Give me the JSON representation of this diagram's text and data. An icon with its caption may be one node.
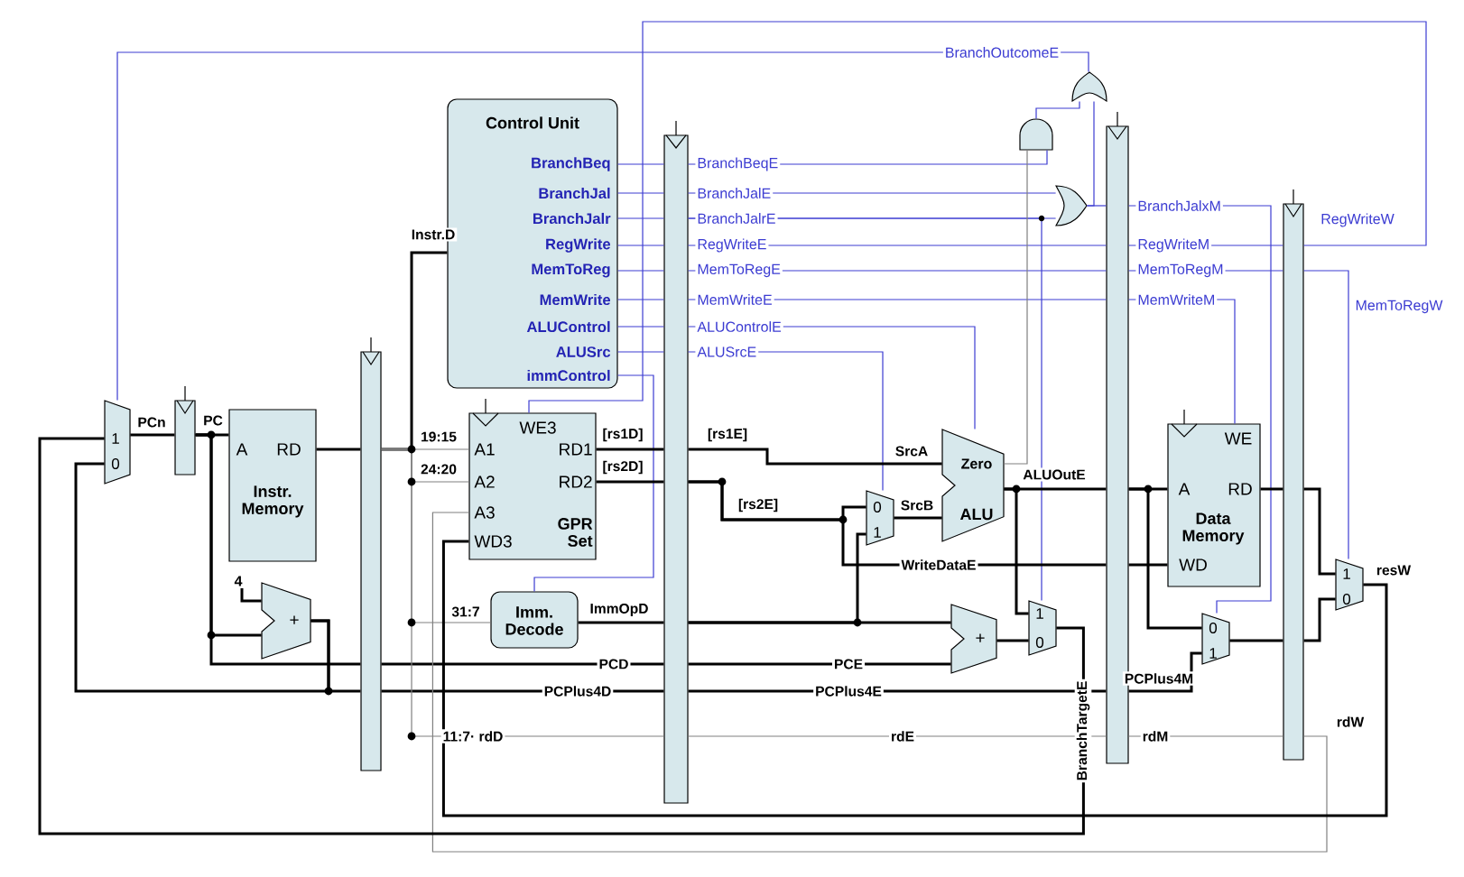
{
  "diagram": {
    "nodes": [
      {
        "text": [
          "1",
          "0"
        ]
      },
      {
        "text": [],
        "shape": "bar"
      },
      {
        "text": [
          "A",
          "RD",
          "Instr. Memory"
        ]
      },
      {
        "text": [
          "4"
        ]
      },
      {
        "text": [
          "+"
        ]
      },
      {
        "text": [],
        "shape": "bar"
      },
      {
        "text": [
          "Control Unit",
          "BranchBeq",
          "BranchJal",
          "BranchJalr",
          "RegWrite",
          "MemToReg",
          "MemWrite",
          "ALUControl",
          "ALUSrc",
          "immControl"
        ]
      },
      {
        "text": [
          "WE3",
          "A1",
          "RD1",
          "A2",
          "RD2",
          "A3",
          "WD3",
          "GPR Set"
        ]
      },
      {
        "text": [
          "Imm. Decode"
        ]
      },
      {
        "text": [],
        "shape": "bar"
      },
      {
        "text": [
          "0",
          "1"
        ]
      },
      {
        "text": [
          "Zero",
          "ALU"
        ]
      },
      {
        "text": [
          "+"
        ]
      },
      {
        "text": [
          "1",
          "0"
        ]
      },
      {
        "text": [],
        "shape": "gate"
      },
      {
        "text": [],
        "shape": "gate"
      },
      {
        "text": [],
        "shape": "gate"
      },
      {
        "text": [],
        "shape": "bar"
      },
      {
        "text": [
          "WE",
          "A",
          "RD",
          "Data Memory",
          "WD"
        ]
      },
      {
        "text": [
          "0",
          "1"
        ]
      },
      {
        "text": [],
        "shape": "bar"
      },
      {
        "text": [
          "1",
          "0"
        ]
      }
    ],
    "edges": [
      {
        "from": 0,
        "to": 1,
        "arrow": "none",
        "label": "PCn"
      },
      {
        "from": 1,
        "to": 2,
        "arrow": "none",
        "label": "PC"
      },
      {
        "from": 1,
        "to": 4,
        "arrow": "none"
      },
      {
        "from": 1,
        "to": 5,
        "arrow": "none"
      },
      {
        "from": 5,
        "to": 9,
        "arrow": "none",
        "label": "PCD"
      },
      {
        "from": 9,
        "to": 12,
        "arrow": "none",
        "label": "PCE"
      },
      {
        "from": 3,
        "to": 4,
        "arrow": "none"
      },
      {
        "from": 4,
        "to": 5,
        "arrow": "none"
      },
      {
        "from": 4,
        "to": 0,
        "arrow": "none"
      },
      {
        "from": 5,
        "to": 9,
        "arrow": "none",
        "label": "PCPlus4D"
      },
      {
        "from": 9,
        "to": 17,
        "arrow": "none",
        "label": "PCPlus4E"
      },
      {
        "from": 17,
        "to": 19,
        "arrow": "none",
        "label": "PCPlus4M"
      },
      {
        "from": 2,
        "to": 5,
        "arrow": "none"
      },
      {
        "from": 5,
        "to": 6,
        "arrow": "none",
        "label": "Instr.D"
      },
      {
        "from": 5,
        "to": 7,
        "arrow": "none",
        "label": "19:15",
        "color": "#808080"
      },
      {
        "from": 5,
        "to": 7,
        "arrow": "none",
        "label": "24:20",
        "color": "#808080"
      },
      {
        "from": 5,
        "to": 8,
        "arrow": "none",
        "label": "31:7",
        "color": "#808080"
      },
      {
        "from": 5,
        "to": 9,
        "arrow": "none",
        "label": "11:7· rdD",
        "color": "#808080"
      },
      {
        "from": 9,
        "to": 17,
        "arrow": "none",
        "label": "rdE",
        "color": "#808080"
      },
      {
        "from": 17,
        "to": 20,
        "arrow": "none",
        "label": "rdM",
        "color": "#808080"
      },
      {
        "from": 20,
        "to": 7,
        "arrow": "none",
        "label": "rdW",
        "color": "#808080"
      },
      {
        "from": 6,
        "to": 9,
        "arrow": "none",
        "color": "#3c3cd2"
      },
      {
        "from": 6,
        "to": 9,
        "arrow": "none",
        "color": "#3c3cd2"
      },
      {
        "from": 6,
        "to": 9,
        "arrow": "none",
        "color": "#3c3cd2"
      },
      {
        "from": 6,
        "to": 9,
        "arrow": "none",
        "color": "#3c3cd2"
      },
      {
        "from": 6,
        "to": 9,
        "arrow": "none",
        "color": "#3c3cd2"
      },
      {
        "from": 6,
        "to": 9,
        "arrow": "none",
        "color": "#3c3cd2"
      },
      {
        "from": 6,
        "to": 9,
        "arrow": "none",
        "color": "#3c3cd2"
      },
      {
        "from": 6,
        "to": 9,
        "arrow": "none",
        "color": "#3c3cd2"
      },
      {
        "from": 6,
        "to": 8,
        "arrow": "none",
        "color": "#3c3cd2"
      },
      {
        "from": 9,
        "to": 14,
        "arrow": "none",
        "label": "BranchBeqE",
        "color": "#3c3cd2"
      },
      {
        "from": 9,
        "to": 16,
        "arrow": "none",
        "label": "BranchJalE",
        "color": "#3c3cd2"
      },
      {
        "from": 9,
        "to": 16,
        "arrow": "none",
        "label": "BranchJalrE",
        "color": "#3c3cd2"
      },
      {
        "from": 9,
        "to": 13,
        "arrow": "none",
        "color": "#3c3cd2"
      },
      {
        "from": 9,
        "to": 17,
        "arrow": "none",
        "label": "RegWriteE",
        "color": "#3c3cd2"
      },
      {
        "from": 9,
        "to": 17,
        "arrow": "none",
        "label": "MemToRegE",
        "color": "#3c3cd2"
      },
      {
        "from": 9,
        "to": 17,
        "arrow": "none",
        "label": "MemWriteE",
        "color": "#3c3cd2"
      },
      {
        "from": 9,
        "to": 11,
        "arrow": "none",
        "label": "ALUControlE",
        "color": "#3c3cd2"
      },
      {
        "from": 9,
        "to": 10,
        "arrow": "none",
        "label": "ALUSrcE",
        "color": "#3c3cd2"
      },
      {
        "from": 16,
        "to": 15,
        "arrow": "none",
        "color": "#3c3cd2"
      },
      {
        "from": 16,
        "to": 17,
        "arrow": "none",
        "color": "#3c3cd2"
      },
      {
        "from": 17,
        "to": 19,
        "arrow": "none",
        "label": "BranchJalxM",
        "color": "#3c3cd2"
      },
      {
        "from": 14,
        "to": 15,
        "arrow": "none",
        "color": "#3c3cd2"
      },
      {
        "from": 15,
        "to": 0,
        "arrow": "none",
        "label": "BranchOutcomeE",
        "color": "#3c3cd2"
      },
      {
        "from": 7,
        "to": 9,
        "arrow": "none",
        "label": "[rs1D]"
      },
      {
        "from": 9,
        "to": 11,
        "arrow": "none",
        "label": "[rs1E]"
      },
      {
        "from": 7,
        "to": 9,
        "arrow": "none",
        "label": "[rs2D]"
      },
      {
        "from": 9,
        "to": 10,
        "arrow": "none",
        "label": "[rs2E]"
      },
      {
        "from": 9,
        "to": 17,
        "arrow": "none",
        "label": "WriteDataE"
      },
      {
        "from": 8,
        "to": 9,
        "arrow": "none",
        "label": "ImmOpD"
      },
      {
        "from": 9,
        "to": 10,
        "arrow": "none"
      },
      {
        "from": 9,
        "to": 12,
        "arrow": "none"
      },
      {
        "from": 10,
        "to": 11,
        "arrow": "none",
        "label": "SrcB"
      },
      {
        "from": 11,
        "to": 14,
        "arrow": "none",
        "color": "#808080"
      },
      {
        "from": 11,
        "to": 17,
        "arrow": "none",
        "label": "ALUOutE"
      },
      {
        "from": 11,
        "to": 13,
        "arrow": "none"
      },
      {
        "from": 12,
        "to": 13,
        "arrow": "none"
      },
      {
        "from": 13,
        "to": 0,
        "arrow": "none",
        "label": "BranchTargetE"
      },
      {
        "from": 17,
        "to": 18,
        "arrow": "none"
      },
      {
        "from": 17,
        "to": 19,
        "arrow": "none"
      },
      {
        "from": 18,
        "to": 20,
        "arrow": "none"
      },
      {
        "from": 19,
        "to": 20,
        "arrow": "none"
      },
      {
        "from": 20,
        "to": 21,
        "arrow": "none"
      },
      {
        "from": 20,
        "to": 21,
        "arrow": "none"
      },
      {
        "from": 21,
        "to": 7,
        "arrow": "none",
        "label": "resW"
      },
      {
        "from": 17,
        "to": 20,
        "arrow": "none",
        "label": "RegWriteM",
        "color": "#3c3cd2"
      },
      {
        "from": 20,
        "to": 7,
        "arrow": "none",
        "label": "RegWriteW",
        "color": "#3c3cd2"
      },
      {
        "from": 17,
        "to": 20,
        "arrow": "none",
        "label": "MemToRegM",
        "color": "#3c3cd2"
      },
      {
        "from": 20,
        "to": 21,
        "arrow": "none",
        "label": "MemToRegW",
        "color": "#3c3cd2"
      },
      {
        "from": 17,
        "to": 18,
        "arrow": "none",
        "label": "MemWriteM",
        "color": "#3c3cd2"
      },
      {
        "from": 17,
        "to": 18,
        "arrow": "none"
      }
    ],
    "labels": [
      "SrcA"
    ]
  }
}
